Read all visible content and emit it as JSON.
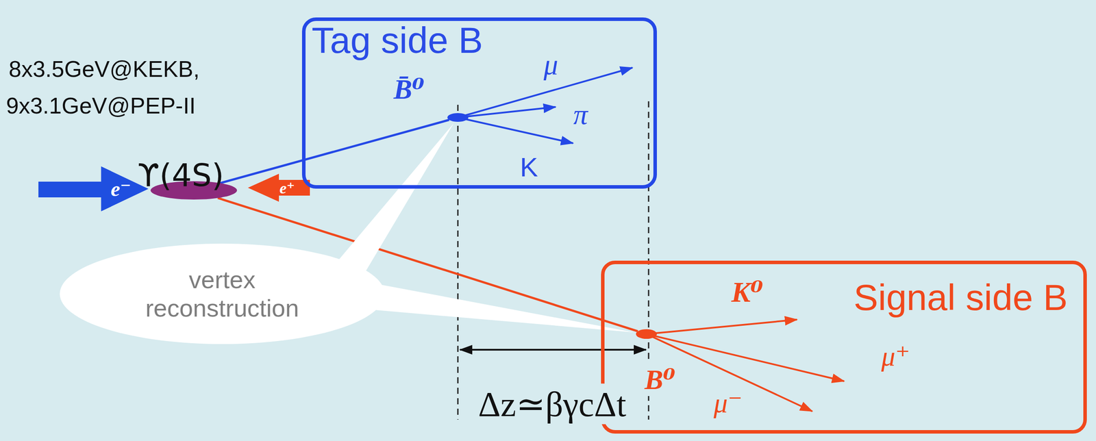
{
  "diagram": {
    "nodes": [
      {
        "text": [
          "e⁻"
        ]
      },
      {
        "text": [
          "ϒ(4S)"
        ]
      },
      {
        "text": [
          "e⁺"
        ]
      },
      {
        "text": [
          "Tag side B"
        ]
      },
      {
        "text": [
          "B̄⁰"
        ],
        "in": 3
      },
      {
        "text": [
          "vertex reconstruction"
        ]
      },
      {
        "text": [
          "Signal side B"
        ]
      },
      {
        "text": [
          "B⁰"
        ],
        "in": 6
      }
    ],
    "edges": [
      {
        "from": 1,
        "to": 4,
        "arrow": "none"
      },
      {
        "from": 1,
        "to": 7,
        "arrow": "none"
      },
      {
        "from": 5,
        "to": 4,
        "arrow": "none"
      },
      {
        "from": 5,
        "to": 7,
        "arrow": "none"
      }
    ],
    "labels": [
      "8x3.5GeV@KEKB,",
      "9x3.1GeV@PEP-II",
      "μ",
      "π",
      "K",
      "K⁰",
      "μ⁺",
      "μ⁻",
      "Δz≃βγcΔt"
    ]
  }
}
